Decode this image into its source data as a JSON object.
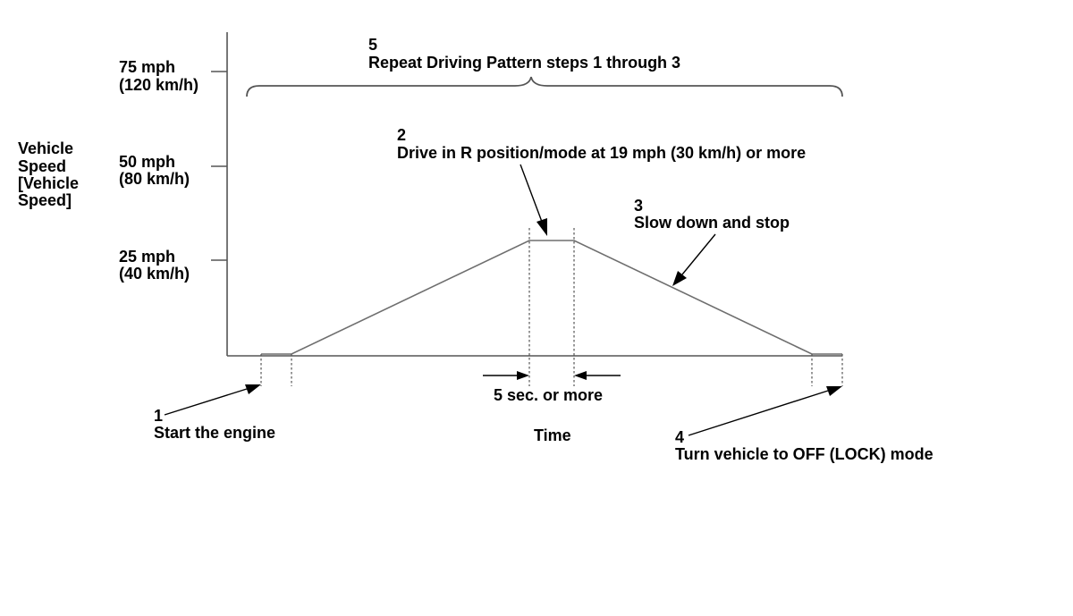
{
  "y_axis_title": [
    "Vehicle",
    "Speed",
    "[Vehicle",
    "Speed]"
  ],
  "y_ticks": [
    {
      "line1": "75 mph",
      "line2": "(120 km/h)"
    },
    {
      "line1": "50 mph",
      "line2": "(80 km/h)"
    },
    {
      "line1": "25 mph",
      "line2": "(40 km/h)"
    }
  ],
  "x_axis_title": "Time",
  "steps": {
    "step1": {
      "number": "1",
      "text": "Start the engine"
    },
    "step2": {
      "number": "2",
      "text": "Drive in R position/mode at 19 mph (30 km/h) or more"
    },
    "step3": {
      "number": "3",
      "text": "Slow down and stop"
    },
    "step4": {
      "number": "4",
      "text": "Turn vehicle to OFF (LOCK) mode"
    },
    "step5": {
      "number": "5",
      "text": "Repeat Driving Pattern steps 1 through 3"
    }
  },
  "hold_duration_label": "5 sec. or more"
}
